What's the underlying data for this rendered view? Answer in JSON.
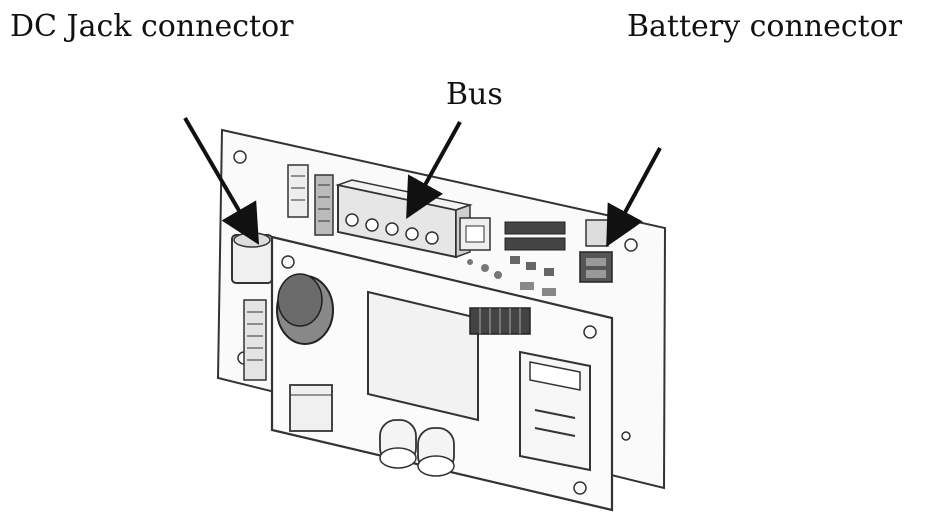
{
  "labels": {
    "dc_jack": "DC Jack connector",
    "battery": "Battery connector",
    "bus": "Bus"
  },
  "colors": {
    "ink": "#111111",
    "line": "#333333",
    "light_fill": "#f4f4f4",
    "mid_fill": "#d9d9d9",
    "dark_fill": "#9a9a9a"
  }
}
